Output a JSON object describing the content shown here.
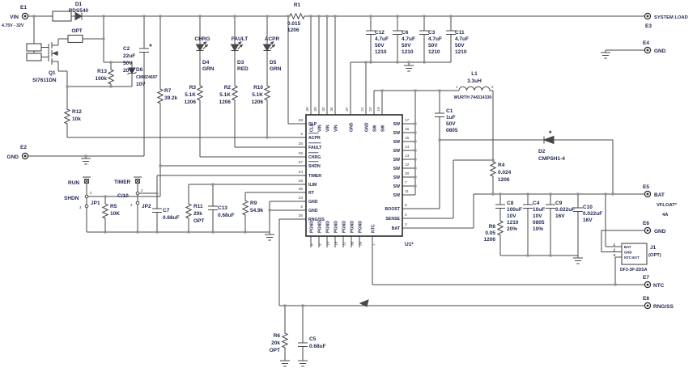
{
  "colors": {
    "wire": "#474747",
    "text": "#1e2450",
    "dot": "#8f8f8f",
    "background": "#ffffff"
  },
  "terminals": {
    "e1": {
      "id": "E1",
      "name": "VIN",
      "range": "4.75V - 32V"
    },
    "e2": {
      "id": "E2",
      "name": "GND"
    },
    "e3": {
      "id": "E3",
      "name": "SYSTEM LOAD"
    },
    "e4": {
      "id": "E4",
      "name": "GND"
    },
    "e5": {
      "id": "E5",
      "name": "BAT",
      "note1": "VFLOAT*",
      "note2": "4A"
    },
    "e6": {
      "id": "E6",
      "name": "GND"
    },
    "e7": {
      "id": "E7",
      "name": "NTC"
    },
    "e8": {
      "id": "E8",
      "name": "RNG/SS"
    }
  },
  "parts": {
    "d1": {
      "ref": "D1",
      "val": "PDS540",
      "note": "OPT"
    },
    "q1": {
      "ref": "Q1",
      "val": "SI7611DN"
    },
    "r13": {
      "ref": "R13",
      "val": "100k"
    },
    "d6": {
      "ref": "D6",
      "val": "CMHZ4697",
      "v": "10V"
    },
    "r12": {
      "ref": "R12",
      "val": "10k"
    },
    "c2": {
      "ref": "C2",
      "val": "22uF",
      "v": "50V",
      "tol": "20%"
    },
    "r7": {
      "ref": "R7",
      "val": "39.2k"
    },
    "led_chrg": {
      "net": "CHRG",
      "ref": "D4",
      "val": "GRN"
    },
    "led_fault": {
      "net": "FAULT",
      "ref": "D3",
      "val": "RED"
    },
    "led_acpr": {
      "net": "ACPR",
      "ref": "D5",
      "val": "GRN"
    },
    "r3": {
      "ref": "R3",
      "val": "5.1K",
      "pkg": "1206"
    },
    "r2": {
      "ref": "R2",
      "val": "5.1K",
      "pkg": "1206"
    },
    "r10": {
      "ref": "R10",
      "val": "5.1K",
      "pkg": "1206"
    },
    "r1": {
      "ref": "R1",
      "val": "0.015",
      "pkg": "1206"
    },
    "c12": {
      "ref": "C12",
      "val": "4.7uF",
      "v": "50V",
      "pkg": "1210"
    },
    "c6": {
      "ref": "C6",
      "val": "4.7uF",
      "v": "50V",
      "pkg": "1210"
    },
    "c3": {
      "ref": "C3",
      "val": "4.7uF",
      "v": "50V",
      "pkg": "1210"
    },
    "c11": {
      "ref": "C11",
      "val": "4.7uF",
      "v": "50V",
      "pkg": "1210"
    },
    "l1": {
      "ref": "L1",
      "val": "3.3uH",
      "mfr": "WURTH 744314330",
      "pin1": "1",
      "pin2": "2"
    },
    "c1": {
      "ref": "C1",
      "val": "1uF",
      "v": "50V",
      "pkg": "0805"
    },
    "d2": {
      "ref": "D2",
      "val": "CMPSH1-4",
      "star": "*"
    },
    "r4": {
      "ref": "R4",
      "val": "0.024",
      "pkg": "1206"
    },
    "r5": {
      "ref": "R5",
      "val": "10K"
    },
    "c7": {
      "ref": "C7",
      "val": "0.68uF"
    },
    "r11": {
      "ref": "R11",
      "val": "20k",
      "note": "OPT"
    },
    "c13": {
      "ref": "C13",
      "val": "0.68uF"
    },
    "r9": {
      "ref": "R9",
      "val": "54.9k"
    },
    "r6": {
      "ref": "R6",
      "val": "20k",
      "note": "OPT"
    },
    "c5": {
      "ref": "C5",
      "val": "0.68uF"
    },
    "c8": {
      "ref": "C8",
      "val": "100uF",
      "v": "10V",
      "pkg": "1210",
      "tol": "20%"
    },
    "c4": {
      "ref": "C4",
      "val": "10uF",
      "v": "10V",
      "pkg": "0805",
      "tol": "10%"
    },
    "c9": {
      "ref": "C9",
      "val": "0.022uF",
      "v": "16V"
    },
    "c10": {
      "ref": "C10",
      "val": "0.022uF",
      "v": "16V"
    },
    "r8": {
      "ref": "R8",
      "val": "0.05",
      "pkg": "1206"
    }
  },
  "jumpers": {
    "jp1": {
      "ref": "JP1",
      "top": "RUN",
      "bottom": "SHDN",
      "p2": "2",
      "p3": "3"
    },
    "jp2": {
      "ref": "JP2",
      "top": "TIMER",
      "bottom": "C/10",
      "p2": "2",
      "p3": "3"
    }
  },
  "connector": {
    "ref": "J1",
    "note": "(OPT)",
    "val": "DF3-3P-2DSA",
    "pins": [
      {
        "n": "1",
        "label": "BAT"
      },
      {
        "n": "2",
        "label": "GND"
      },
      {
        "n": "3",
        "label": "NTC-EXT"
      }
    ]
  },
  "u1": {
    "ref": "U1*",
    "left_pins": [
      {
        "n": "29",
        "label": "CLP",
        "bar": false
      },
      {
        "n": "2",
        "label": "ACPR",
        "bar": true
      },
      {
        "n": "25",
        "label": "FAULT",
        "bar": true
      },
      {
        "n": "26",
        "label": "CHRG",
        "bar": true
      },
      {
        "n": "27",
        "label": "SHDN",
        "bar": true
      },
      {
        "n": "24",
        "label": "TIMER",
        "bar": false
      },
      {
        "n": "28",
        "label": "ILIM",
        "bar": false
      },
      {
        "n": "36",
        "label": "RT",
        "bar": false
      },
      {
        "n": "23",
        "label": "GND",
        "bar": false
      },
      {
        "n": "6",
        "label": "GND",
        "bar": false
      },
      {
        "n": "35",
        "label": "RNG/SS",
        "bar": false
      }
    ],
    "right_pins": [
      {
        "n": "17",
        "label": "SW"
      },
      {
        "n": "16",
        "label": "SW"
      },
      {
        "n": "15",
        "label": "SW"
      },
      {
        "n": "14",
        "label": "SW"
      },
      {
        "n": "13",
        "label": "SW"
      },
      {
        "n": "12",
        "label": "SW"
      },
      {
        "n": "20",
        "label": "SW"
      },
      {
        "n": "7",
        "label": "SW"
      },
      {
        "n": "11",
        "label": "SW"
      },
      {
        "n": "5",
        "label": "BOOST"
      },
      {
        "n": "4",
        "label": "SENSE"
      },
      {
        "n": "3",
        "label": "BAT"
      }
    ],
    "top_pins": [
      {
        "n": "30",
        "label": "CLN"
      },
      {
        "n": "33",
        "label": "VIN"
      },
      {
        "n": "32",
        "label": "VIN"
      },
      {
        "n": "34",
        "label": "VIN"
      },
      {
        "n": "37",
        "label": "GND"
      },
      {
        "n": "21",
        "label": "GND"
      },
      {
        "n": "22",
        "label": "SW"
      },
      {
        "n": "19",
        "label": "SW"
      }
    ],
    "bottom_pins": [
      {
        "n": "8",
        "label": "PGND"
      },
      {
        "n": "9",
        "label": "PGND"
      },
      {
        "n": "10",
        "label": "PGND"
      },
      {
        "n": "18",
        "label": "PGND"
      },
      {
        "n": "31",
        "label": "PGND"
      },
      {
        "n": "38",
        "label": "PGND"
      },
      {
        "n": "39",
        "label": "PGND"
      },
      {
        "n": "1",
        "label": "NTC"
      }
    ]
  }
}
